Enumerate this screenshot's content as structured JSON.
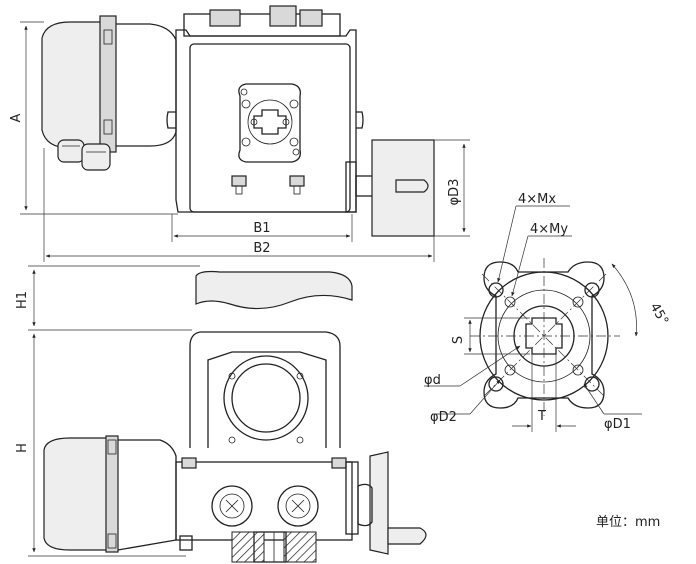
{
  "labels": {
    "A": "A",
    "B1": "B1",
    "B2": "B2",
    "D3": "φD3",
    "H1": "H1",
    "H": "H",
    "Mx": "4×Mx",
    "My": "4×My",
    "angle": "45°",
    "S": "S",
    "d": "φd",
    "D2": "φD2",
    "D1": "φD1",
    "T": "T"
  },
  "unit_note": "单位：mm"
}
